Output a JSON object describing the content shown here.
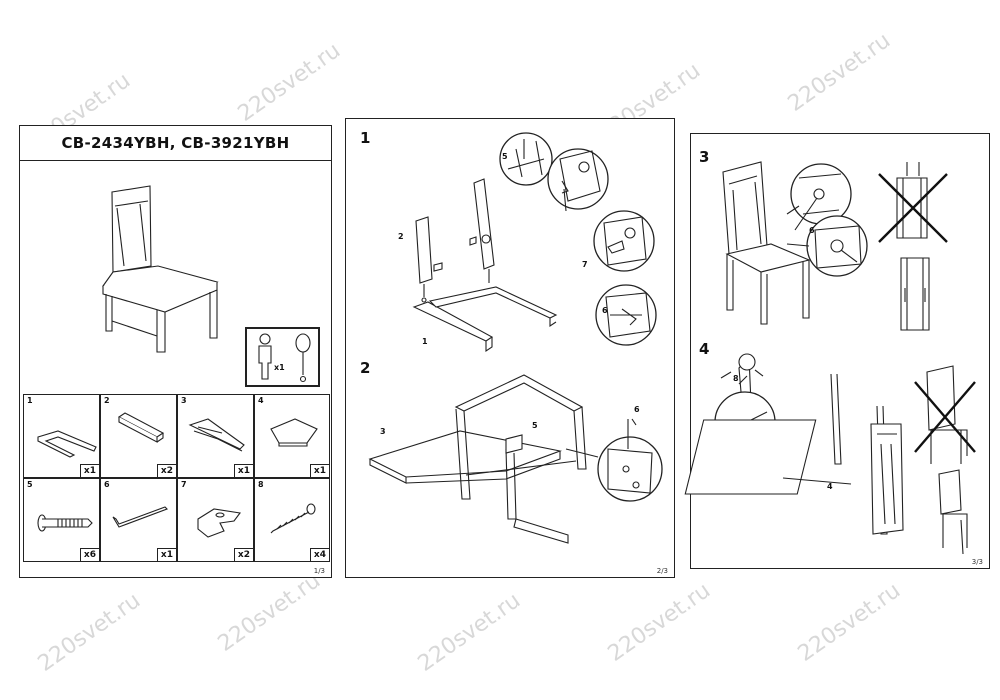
{
  "watermark": "220svet.ru",
  "page1": {
    "title": "CB-2434YBH, CB-3921YBH",
    "page_number": "1/3",
    "tools_qty": "x1",
    "parts": [
      {
        "num": "1",
        "qty": "x1",
        "icon": "side-rail-frame-icon"
      },
      {
        "num": "2",
        "qty": "x2",
        "icon": "cross-rail-icon"
      },
      {
        "num": "3",
        "qty": "x1",
        "icon": "backrest-frame-icon"
      },
      {
        "num": "4",
        "qty": "x1",
        "icon": "seat-cushion-icon"
      },
      {
        "num": "5",
        "qty": "x6",
        "icon": "bolt-icon"
      },
      {
        "num": "6",
        "qty": "x1",
        "icon": "allen-key-icon"
      },
      {
        "num": "7",
        "qty": "x2",
        "icon": "corner-bracket-icon"
      },
      {
        "num": "8",
        "qty": "x4",
        "icon": "screw-icon"
      }
    ]
  },
  "page2": {
    "page_number": "2/3",
    "step1": "1",
    "step2": "2",
    "callouts": {
      "c1": "1",
      "c2": "2",
      "c3": "3",
      "c5a": "5",
      "c5b": "5",
      "c6a": "6",
      "c6b": "6",
      "c7": "7"
    }
  },
  "page3": {
    "page_number": "3/3",
    "step3": "3",
    "step4": "4",
    "callouts": {
      "c4": "4",
      "c6": "6",
      "c8": "8"
    }
  }
}
